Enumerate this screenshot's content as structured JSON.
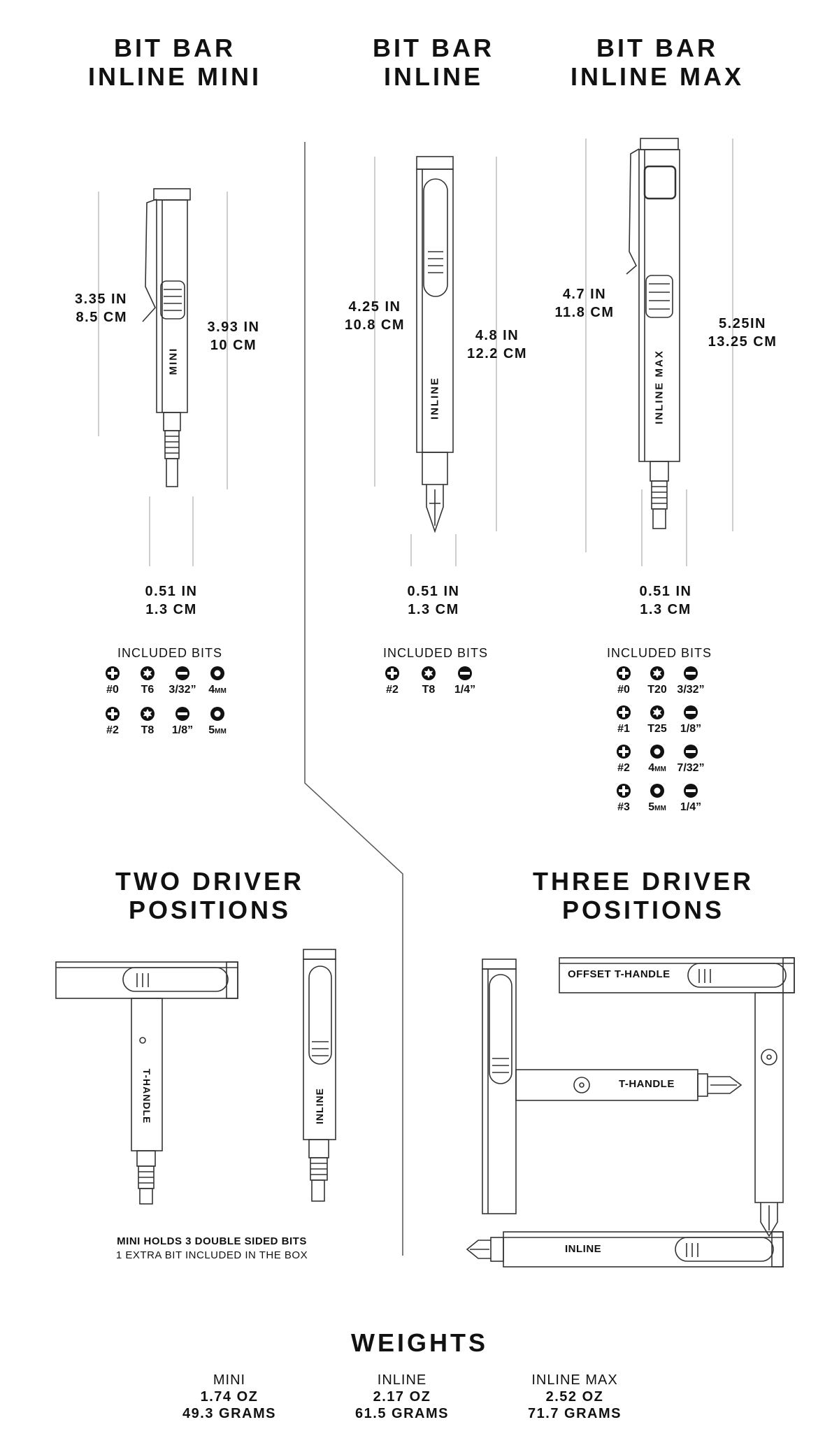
{
  "products": {
    "mini": {
      "title_l1": "BIT BAR",
      "title_l2": "INLINE MINI",
      "dim_closed_in": "3.35 IN",
      "dim_closed_cm": "8.5 CM",
      "dim_open_in": "3.93 IN",
      "dim_open_cm": "10 CM",
      "width_in": "0.51 IN",
      "width_cm": "1.3 CM",
      "body_label": "MINI"
    },
    "inline": {
      "title_l1": "BIT BAR",
      "title_l2": "INLINE",
      "dim_closed_in": "4.25 IN",
      "dim_closed_cm": "10.8 CM",
      "dim_open_in": "4.8 IN",
      "dim_open_cm": "12.2 CM",
      "width_in": "0.51 IN",
      "width_cm": "1.3 CM",
      "body_label": "INLINE"
    },
    "max": {
      "title_l1": "BIT BAR",
      "title_l2": "INLINE MAX",
      "dim_closed_in": "4.7 IN",
      "dim_closed_cm": "11.8 CM",
      "dim_open_in": "5.25IN",
      "dim_open_cm": "13.25 CM",
      "width_in": "0.51 IN",
      "width_cm": "1.3 CM",
      "body_label": "INLINE MAX"
    }
  },
  "included_bits_label": "INCLUDED BITS",
  "bits": {
    "mini": [
      {
        "icon": "phillips-icon",
        "label": "#0"
      },
      {
        "icon": "torx-icon",
        "label": "T6"
      },
      {
        "icon": "slotted-icon",
        "label": "3/32”"
      },
      {
        "icon": "hex-icon",
        "label": "4",
        "unit": "MM"
      },
      {
        "icon": "phillips-icon",
        "label": "#2"
      },
      {
        "icon": "torx-icon",
        "label": "T8"
      },
      {
        "icon": "slotted-icon",
        "label": "1/8”"
      },
      {
        "icon": "hex-icon",
        "label": "5",
        "unit": "MM"
      }
    ],
    "inline": [
      {
        "icon": "phillips-icon",
        "label": "#2"
      },
      {
        "icon": "torx-icon",
        "label": "T8"
      },
      {
        "icon": "slotted-icon",
        "label": "1/4”"
      }
    ],
    "max": [
      {
        "icon": "phillips-icon",
        "label": "#0"
      },
      {
        "icon": "torx-icon",
        "label": "T20"
      },
      {
        "icon": "slotted-icon",
        "label": "3/32”"
      },
      {
        "icon": "phillips-icon",
        "label": "#1"
      },
      {
        "icon": "torx-icon",
        "label": "T25"
      },
      {
        "icon": "slotted-icon",
        "label": "1/8”"
      },
      {
        "icon": "phillips-icon",
        "label": "#2"
      },
      {
        "icon": "hex-icon",
        "label": "4",
        "unit": "MM"
      },
      {
        "icon": "slotted-icon",
        "label": "7/32”"
      },
      {
        "icon": "phillips-icon",
        "label": "#3"
      },
      {
        "icon": "hex-icon",
        "label": "5",
        "unit": "MM"
      },
      {
        "icon": "slotted-icon",
        "label": "1/4”"
      }
    ]
  },
  "two_driver": {
    "title_l1": "TWO DRIVER",
    "title_l2": "POSITIONS",
    "t_handle_label": "T-HANDLE",
    "inline_label": "INLINE",
    "note_l1": "MINI HOLDS 3 DOUBLE SIDED BITS",
    "note_l2": "1 EXTRA BIT INCLUDED IN THE BOX"
  },
  "three_driver": {
    "title_l1": "THREE DRIVER",
    "title_l2": "POSITIONS",
    "offset_label": "OFFSET T-HANDLE",
    "t_handle_label": "T-HANDLE",
    "inline_label": "INLINE"
  },
  "weights": {
    "title": "WEIGHTS",
    "items": [
      {
        "name": "MINI",
        "oz": "1.74 OZ",
        "grams": "49.3 GRAMS"
      },
      {
        "name": "INLINE",
        "oz": "2.17 OZ",
        "grams": "61.5 GRAMS"
      },
      {
        "name": "INLINE MAX",
        "oz": "2.52 OZ",
        "grams": "71.7 GRAMS"
      }
    ]
  },
  "colors": {
    "ink": "#111111",
    "line": "#555555",
    "guide": "#bdbdbd"
  }
}
